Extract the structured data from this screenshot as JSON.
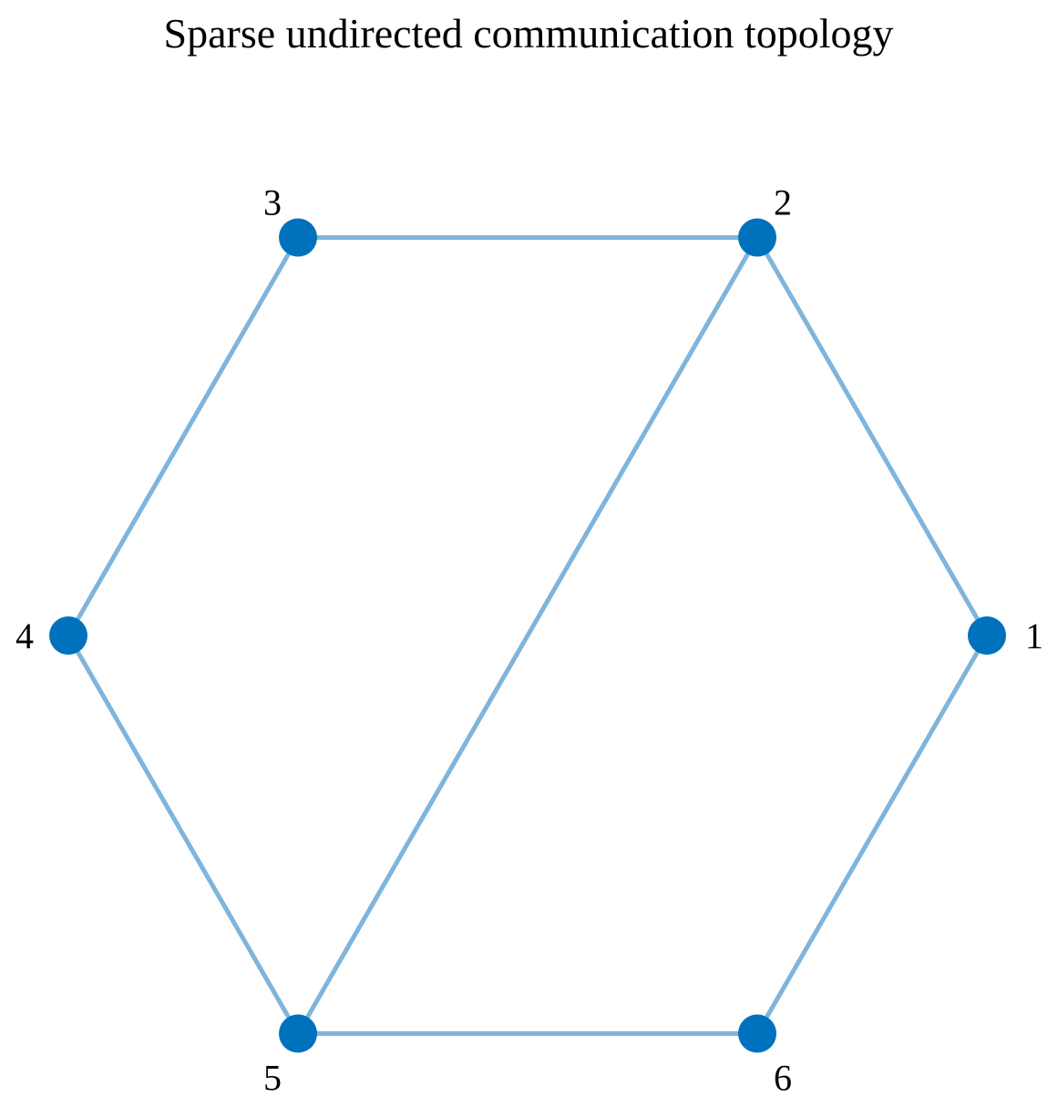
{
  "title": "Sparse undirected communication topology",
  "colors": {
    "node": "#0072bd",
    "edge": "#7fb5dc",
    "label": "#000000",
    "background": "#ffffff"
  },
  "graph": {
    "layout": "circular",
    "directed": false,
    "nodes": [
      {
        "id": 1,
        "label": "1"
      },
      {
        "id": 2,
        "label": "2"
      },
      {
        "id": 3,
        "label": "3"
      },
      {
        "id": 4,
        "label": "4"
      },
      {
        "id": 5,
        "label": "5"
      },
      {
        "id": 6,
        "label": "6"
      }
    ],
    "edges": [
      [
        1,
        2
      ],
      [
        2,
        3
      ],
      [
        3,
        4
      ],
      [
        4,
        5
      ],
      [
        5,
        6
      ],
      [
        6,
        1
      ],
      [
        2,
        5
      ]
    ]
  }
}
